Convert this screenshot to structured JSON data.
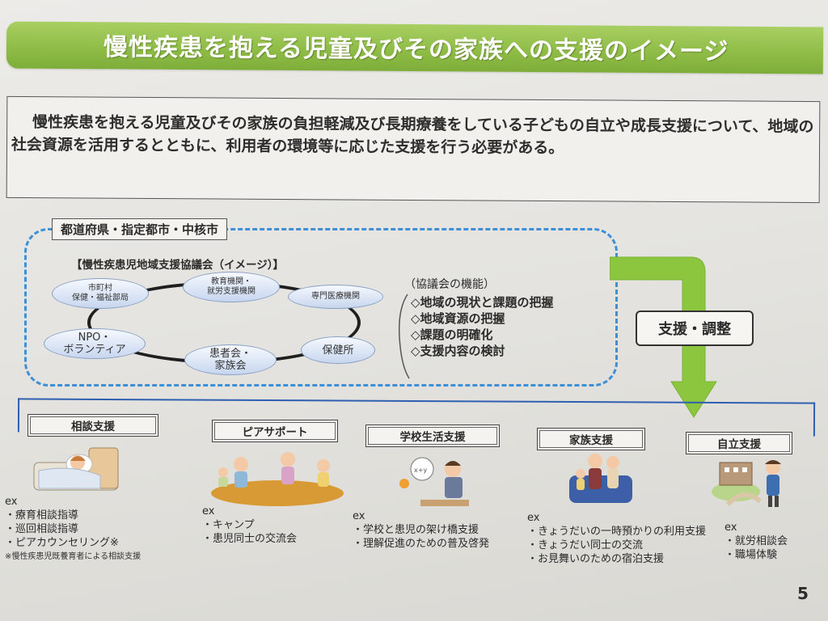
{
  "title": "慢性疾患を抱える児童及びその家族への支援のイメージ",
  "intro": "慢性疾患を抱える児童及びその家族の負担軽減及び長期療養をしている子どもの自立や成長支援について、地域の社会資源を活用するとともに、利用者の環境等に応じた支援を行う必要がある。",
  "region_label": "都道府県・指定都市・中核市",
  "council_title": "【慢性疾患児地域支援協議会（イメージ）】",
  "nodes": {
    "municipality": "市町村\n保健・福祉部局",
    "education": "教育機関・\n就労支援機関",
    "specialist": "専門医療機関",
    "npo": "NPO・\nボランティア",
    "patients": "患者会・\n家族会",
    "health_center": "保健所"
  },
  "functions": {
    "heading": "（協議会の機能）",
    "items": [
      "地域の現状と課題の把握",
      "地域資源の把握",
      "課題の明確化",
      "支援内容の検討"
    ]
  },
  "adjust_label": "支援・調整",
  "categories": [
    {
      "label": "相談支援",
      "ex": "ex",
      "items": [
        "療育相談指導",
        "巡回相談指導",
        "ピアカウンセリング※"
      ],
      "note": "※慢性疾患児既養育者による相談支援"
    },
    {
      "label": "ピアサポート",
      "ex": "ex",
      "items": [
        "キャンプ",
        "患児同士の交流会"
      ]
    },
    {
      "label": "学校生活支援",
      "ex": "ex",
      "items": [
        "学校と患児の架け橋支援",
        "理解促進のための普及啓発"
      ]
    },
    {
      "label": "家族支援",
      "ex": "ex",
      "items": [
        "きょうだいの一時預かりの利用支援",
        "きょうだい同士の交流",
        "お見舞いのための宿泊支援"
      ]
    },
    {
      "label": "自立支援",
      "ex": "ex",
      "items": [
        "就労相談会",
        "職場体験"
      ]
    }
  ],
  "page_number": "5",
  "colors": {
    "banner": "#8dbb45",
    "arrow": "#8cc63f",
    "dashed_border": "#3e8fd6",
    "bracket": "#2f5fb0"
  }
}
